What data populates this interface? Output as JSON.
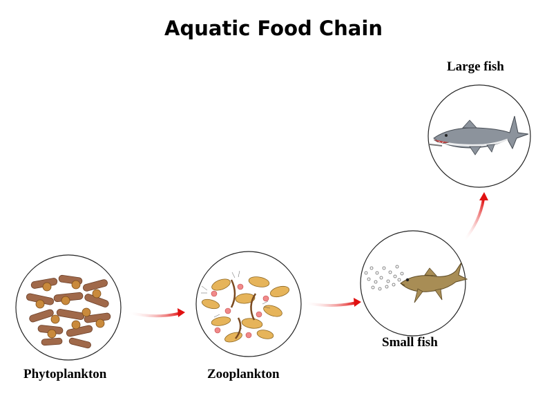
{
  "title": "Aquatic Food Chain",
  "stages": [
    {
      "label": "Phytoplankton"
    },
    {
      "label": "Zooplankton"
    },
    {
      "label": "Small fish"
    },
    {
      "label": "Large fish"
    }
  ],
  "colors": {
    "arrow": "#e01010",
    "circle_stroke": "#222222",
    "phyto": "#a0694a",
    "zoo": "#e6b45a",
    "fish_small": "#a88d55",
    "fish_large": "#8c939c"
  }
}
